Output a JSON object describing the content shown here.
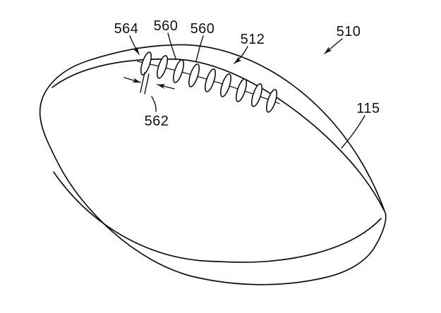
{
  "figure": {
    "type": "patent-line-drawing",
    "subject": "american-football-with-lace-row",
    "background_color": "#ffffff",
    "ink_color": "#111111",
    "callouts": {
      "lace_end": {
        "text": "564"
      },
      "lace_first": {
        "text": "560"
      },
      "lace_second": {
        "text": "560"
      },
      "lace_seam": {
        "text": "512"
      },
      "ball": {
        "text": "510"
      },
      "lace_width": {
        "text": "562"
      },
      "panel_seam": {
        "text": "115"
      }
    }
  }
}
